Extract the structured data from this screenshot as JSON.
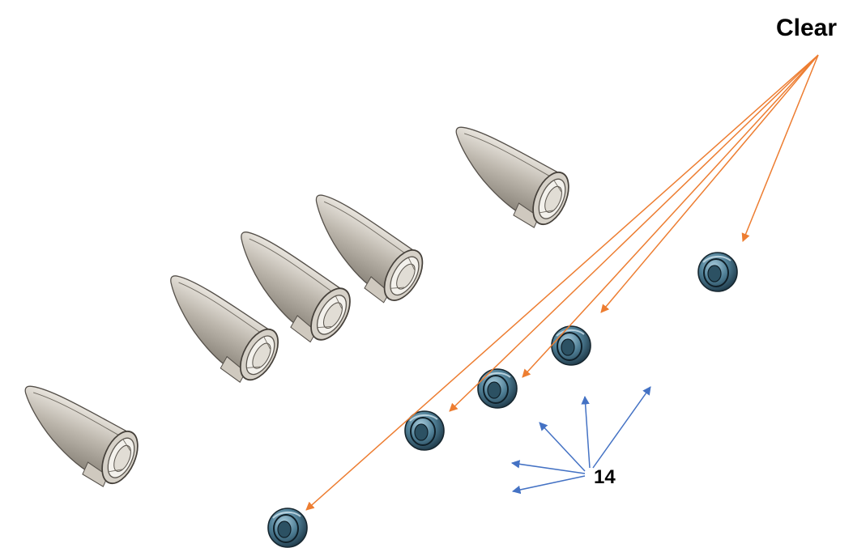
{
  "labels": {
    "clear": "Clear",
    "fourteen": "14"
  },
  "colors": {
    "clear_arrow": "#ED7D31",
    "fourteen_arrow": "#4472C4",
    "housing_light": "#ddd8cf",
    "housing_mid": "#b8b2a8",
    "housing_dark": "#8c867c",
    "lens_light": "#9fc3d3",
    "lens_mid": "#4f7f96",
    "lens_dark": "#1f3b4a"
  },
  "parts": {
    "housings": [
      "housing-1",
      "housing-2",
      "housing-3",
      "housing-4",
      "housing-5"
    ],
    "lenses": [
      "lens-1",
      "lens-2",
      "lens-3",
      "lens-4",
      "lens-5"
    ]
  }
}
